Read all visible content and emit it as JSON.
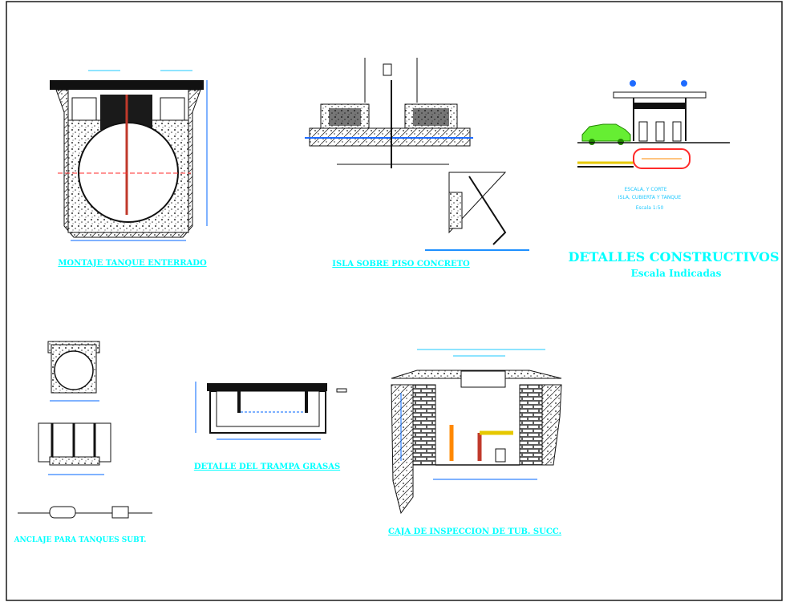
{
  "colors": {
    "background": "#ffffff",
    "border": "#1a1a1a",
    "linework": "#111111",
    "label": "#00ffff",
    "label_dark": "#1e90ff",
    "centerline": "#ff2a2a",
    "car": "#66ee33",
    "fuel_line": "#e6c800",
    "hatch": "#4a4a4a",
    "accent_orange": "#ff8800"
  },
  "titles": {
    "tank": "MONTAJE TANQUE ENTERRADO",
    "slab": "ISLA SOBRE PISO CONCRETO",
    "main": "DETALLES CONSTRUCTIVOS",
    "scale": "Escala Indicadas",
    "anchor": "ANCLAJE PARA TANQUES SUBT.",
    "grease_trap": "DETALLE DEL TRAMPA GRASAS",
    "inspection_box": "CAJA DE INSPECCION DE TUB. SUCC.",
    "elevation_line1": "ESCALA, Y CORTE",
    "elevation_line2": "ISLA, CUBIERTA Y TANQUE",
    "elevation_line3": "Escala 1:50"
  },
  "icons": {
    "tank": "underground-tank-section-icon",
    "slab": "pump-island-slab-section-icon",
    "station": "gas-station-elevation-icon",
    "anchor": "tank-anchor-detail-icon",
    "trap": "grease-trap-section-icon",
    "box": "inspection-box-section-icon"
  }
}
